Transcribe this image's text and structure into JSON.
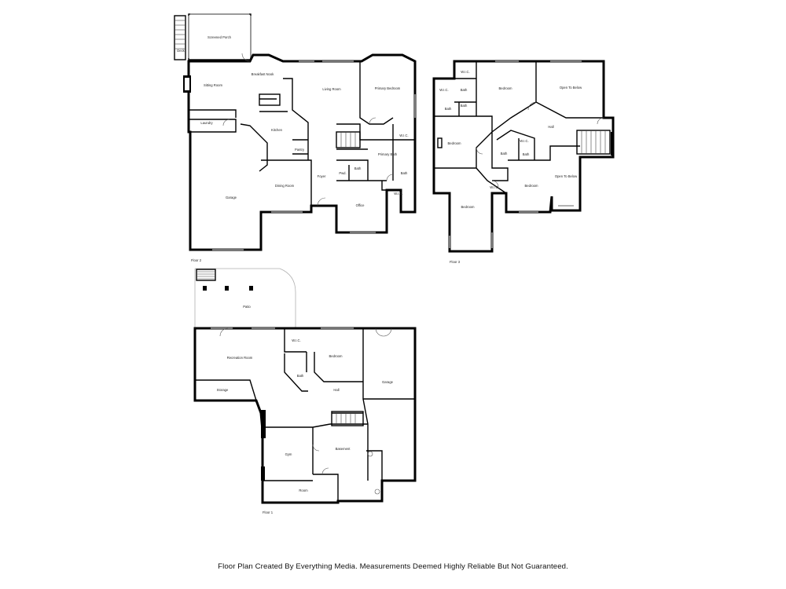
{
  "floors": [
    {
      "label": "Floor 2",
      "rooms": {
        "screened_porch": "Screened Porch",
        "deck": "Deck",
        "breakfast_nook": "Breakfast Nook",
        "sitting_room": "Sitting Room",
        "living_room": "Living Room",
        "primary_bedroom": "Primary Bedroom",
        "laundry": "Laundry",
        "kitchen": "Kitchen",
        "pantry": "Pantry",
        "garage": "Garage",
        "dining_room": "Dining Room",
        "foyer": "Foyer",
        "powder": "Pwd.",
        "bath": "Bath",
        "primary_bath": "Primary Bath",
        "wic_1": "W.I.C.",
        "wic_2": "W.I.C.",
        "bath_2": "Bath",
        "office": "Office"
      }
    },
    {
      "label": "Floor 3",
      "rooms": {
        "wic_a": "W.I.C.",
        "wic_b": "W.I.C.",
        "bath_a": "Bath",
        "bath_b": "Bath",
        "bedroom_top": "Bedroom",
        "open_to_below_top": "Open To Below",
        "hall": "Hall",
        "bedroom_left": "Bedroom",
        "wic_c": "W.I.C.",
        "bath_c": "Bath",
        "bath_d": "Bath",
        "bath_e": "Bath",
        "bedroom_right": "Bedroom",
        "open_to_below_right": "Open To Below",
        "wic_d": "W.I.C.",
        "bedroom_bottom": "Bedroom"
      }
    },
    {
      "label": "Floor 1",
      "rooms": {
        "patio": "Patio",
        "wic": "W.I.C.",
        "recreation_room": "Recreation Room",
        "bedroom": "Bedroom",
        "garage": "Garage",
        "bath": "Bath",
        "storage": "Storage",
        "hall": "Hall",
        "gym": "Gym",
        "basement": "Basement",
        "room": "Room"
      }
    }
  ],
  "disclaimer": "Floor Plan Created By Everything Media. Measurements Deemed Highly Reliable But Not Guaranteed."
}
